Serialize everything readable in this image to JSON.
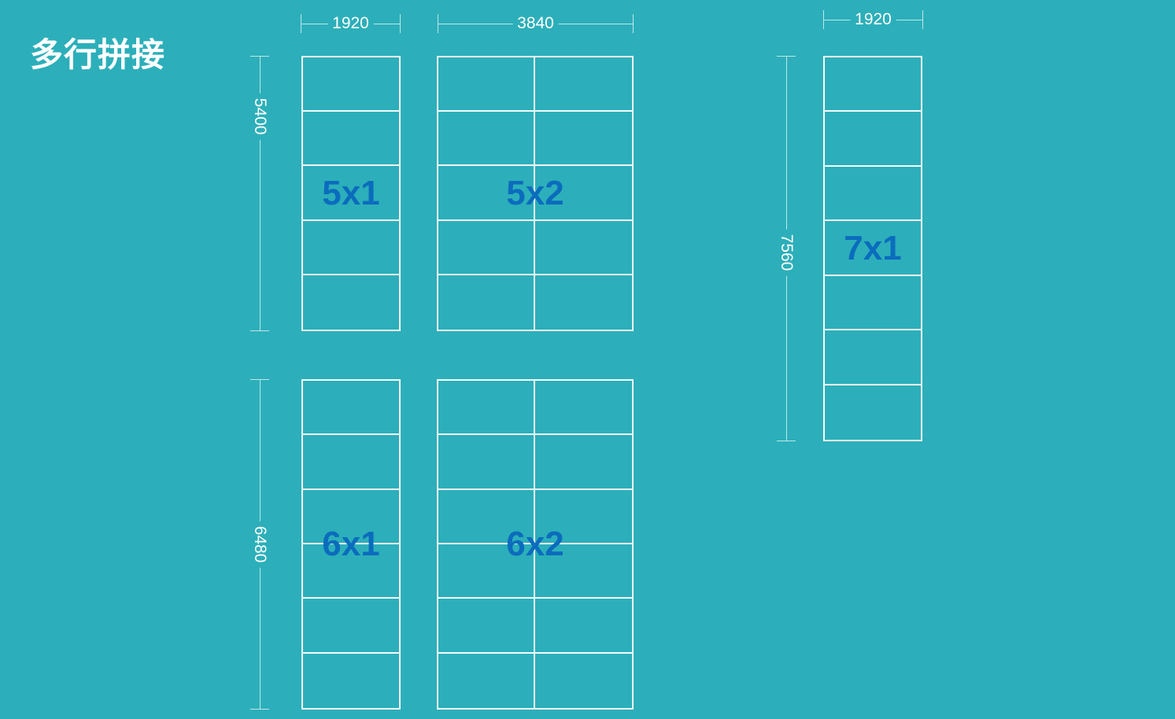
{
  "title": "多行拼接",
  "grids": [
    {
      "id": "5x1",
      "label": "5x1",
      "rows": 5,
      "cols": 1
    },
    {
      "id": "5x2",
      "label": "5x2",
      "rows": 5,
      "cols": 2
    },
    {
      "id": "6x1",
      "label": "6x1",
      "rows": 6,
      "cols": 1
    },
    {
      "id": "6x2",
      "label": "6x2",
      "rows": 6,
      "cols": 2
    },
    {
      "id": "7x1",
      "label": "7x1",
      "rows": 7,
      "cols": 1
    }
  ],
  "dimensions": {
    "width_single": "1920",
    "width_double": "3840",
    "width_single_right": "1920",
    "height_5": "5400",
    "height_6": "6480",
    "height_7": "7560"
  },
  "colors": {
    "background": "#2cafba",
    "label": "#0b6cbd",
    "lines": "#f4fbfc"
  }
}
